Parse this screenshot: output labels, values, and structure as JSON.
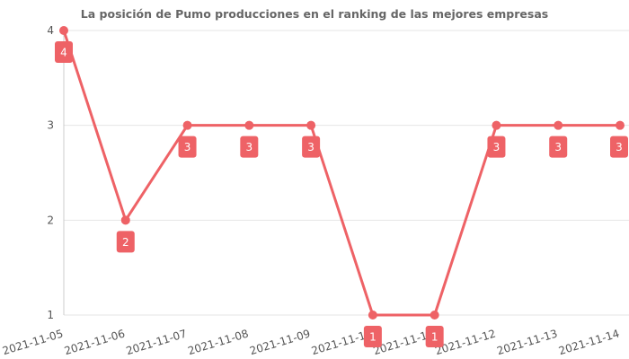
{
  "chart_data": {
    "type": "line",
    "title": "La posición de Pumo producciones en el ranking de las mejores empresas",
    "xlabel": "",
    "ylabel": "",
    "categories": [
      "2021-11-05",
      "2021-11-06",
      "2021-11-07",
      "2021-11-08",
      "2021-11-09",
      "2021-11-10",
      "2021-11-11",
      "2021-11-12",
      "2021-11-13",
      "2021-11-14"
    ],
    "values": [
      4,
      2,
      3,
      3,
      3,
      1,
      1,
      3,
      3,
      3
    ],
    "y_ticks": [
      1,
      2,
      3,
      4
    ],
    "ylim": [
      1,
      4
    ],
    "y_inverted": false,
    "grid": true,
    "legend": "none",
    "colors": {
      "series": "#ee6266",
      "grid": "#e6e6e6",
      "axis": "#cccccc",
      "tick_text": "#555555",
      "title_text": "#666666",
      "label_text": "#ffffff"
    }
  }
}
